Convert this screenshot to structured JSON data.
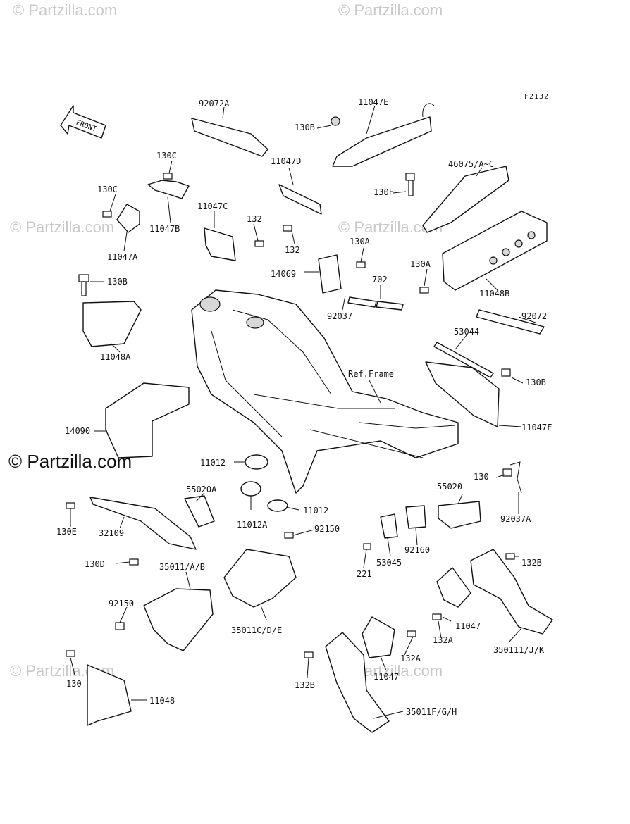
{
  "diagram": {
    "code": "F2132",
    "front_label": "FRONT",
    "ref_frame": "Ref.Frame",
    "watermark": "© Partzilla.com",
    "labels": [
      "92072A",
      "11047E",
      "130B",
      "46075/A~C",
      "130C",
      "130C",
      "11047B",
      "11047A",
      "11047D",
      "11047C",
      "132",
      "132",
      "130F",
      "130A",
      "14069",
      "702",
      "92037",
      "130A",
      "11048B",
      "130B",
      "11048A",
      "92072",
      "53044",
      "130B",
      "11047F",
      "14090",
      "11012",
      "11012A",
      "11012",
      "55020A",
      "55020",
      "130",
      "92037A",
      "130E",
      "32109",
      "130D",
      "35011/A/B",
      "92150",
      "221",
      "53045",
      "92160",
      "132B",
      "92150",
      "35011C/D/E",
      "11047",
      "132A",
      "350111/J/K",
      "132A",
      "130",
      "11048",
      "132B",
      "11047",
      "35011F/G/H"
    ]
  }
}
